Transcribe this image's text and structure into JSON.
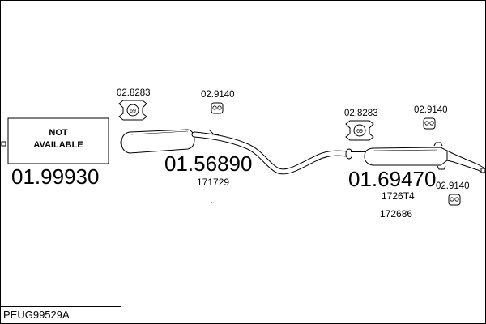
{
  "not_available": {
    "line1": "NOT",
    "line2": "AVAILABLE",
    "part_number": "01.99930"
  },
  "front_section": {
    "part_number": "01.56890",
    "oem_code": "171729",
    "clamp_number": "02.8283",
    "clamp_size": "69",
    "hanger_number": "02.9140"
  },
  "rear_section": {
    "part_number": "01.69470",
    "oem_code_1": "1726T4",
    "oem_code_2": "172686",
    "clamp_number": "02.8283",
    "clamp_size": "69",
    "hanger_number_top": "02.9140",
    "hanger_number_bottom": "02.9140"
  },
  "reference": "PEUG99529A"
}
